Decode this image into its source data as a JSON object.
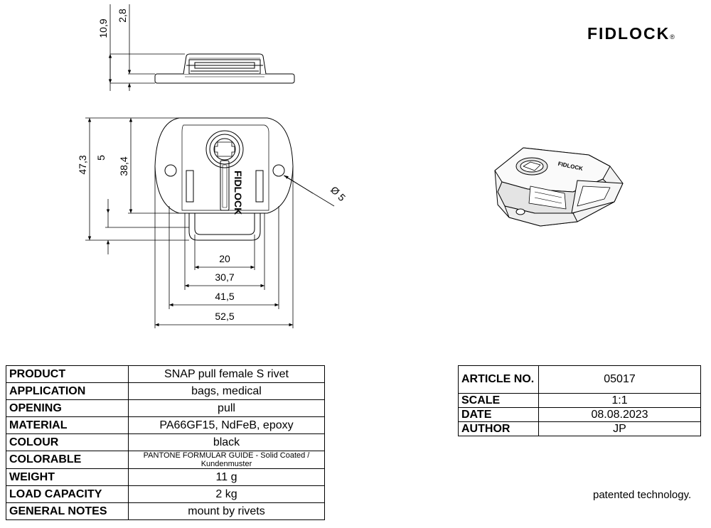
{
  "logo": {
    "text": "FIDLOCK",
    "trademark": "®"
  },
  "dimensions": {
    "total_height": "10,9",
    "part_height": "2,8",
    "length_total": "47,3",
    "offset": "5",
    "length_body": "38,4",
    "hole_diameter": "Ø 5",
    "w_20": "20",
    "w_30_7": "30,7",
    "w_41_5": "41,5",
    "w_52_5": "52,5",
    "engraving": "FIDLOCK"
  },
  "spec_table": [
    {
      "label": "PRODUCT",
      "value": "SNAP pull female S rivet"
    },
    {
      "label": "APPLICATION",
      "value": "bags, medical"
    },
    {
      "label": "OPENING",
      "value": "pull"
    },
    {
      "label": "MATERIAL",
      "value": "PA66GF15, NdFeB, epoxy"
    },
    {
      "label": "COLOUR",
      "value": "black"
    },
    {
      "label": "COLORABLE",
      "value": "PANTONE FORMULAR GUIDE - Solid Coated / Kundenmuster"
    },
    {
      "label": "WEIGHT",
      "value": "11 g"
    },
    {
      "label": "LOAD CAPACITY",
      "value": "2 kg"
    },
    {
      "label": "GENERAL NOTES",
      "value": "mount by rivets"
    }
  ],
  "info_table": [
    {
      "label": "ARTICLE NO.",
      "value": "05017"
    },
    {
      "label": "SCALE",
      "value": "1:1"
    },
    {
      "label": "DATE",
      "value": "08.08.2023"
    },
    {
      "label": "AUTHOR",
      "value": "JP"
    }
  ],
  "footer": {
    "patent": "patented technology."
  }
}
